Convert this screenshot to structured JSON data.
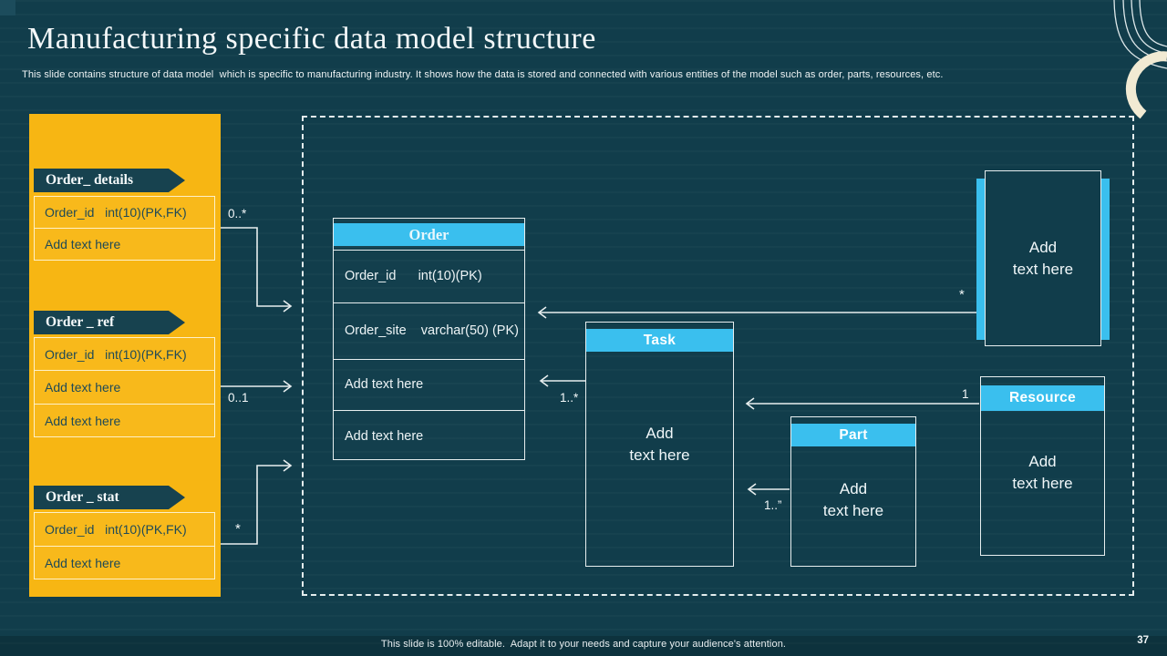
{
  "header": {
    "title": "Manufacturing specific data model structure",
    "subtitle": "This slide contains structure of data model  which is specific to manufacturing industry. It shows how the data is stored and connected with various entities of the model such as order, parts, resources, etc."
  },
  "footer": {
    "note": "This slide is 100% editable.  Adapt it to your needs and capture your audience's attention.",
    "page_number": "37"
  },
  "colors": {
    "background": "#113D4B",
    "panel_yellow": "#F7B613",
    "header_cyan": "#3ABFEE",
    "banner_teal": "#17424F",
    "line_white": "#E7EEEF",
    "arc_cream": "#F1EAD3"
  },
  "left_panel": {
    "tables": [
      {
        "name": "Order_ details",
        "rows": [
          "Order_id   int(10)(PK,FK)",
          "Add text here"
        ]
      },
      {
        "name": "Order _ ref",
        "rows": [
          "Order_id   int(10)(PK,FK)",
          "Add text here",
          "Add text here"
        ]
      },
      {
        "name": "Order _ stat",
        "rows": [
          "Order_id   int(10)(PK,FK)",
          "Add text here"
        ]
      }
    ]
  },
  "diagram": {
    "order": {
      "title": "Order",
      "rows": [
        "Order_id      int(10)(PK)",
        "Order_site    varchar(50) (PK)",
        "Add text here",
        "Add text here"
      ]
    },
    "task": {
      "title": "Task",
      "body": [
        "Add",
        "text here"
      ]
    },
    "part": {
      "title": "Part",
      "body": [
        "Add",
        "text here"
      ]
    },
    "resource": {
      "title": "Resource",
      "body": [
        "Add",
        "text here"
      ]
    },
    "note": {
      "body": [
        "Add",
        "text here"
      ]
    },
    "cardinalities": {
      "details": "0..*",
      "ref": "0..1",
      "stat": "*",
      "note": "*",
      "task": "1..*",
      "resource": "1",
      "part": "1..”"
    }
  }
}
